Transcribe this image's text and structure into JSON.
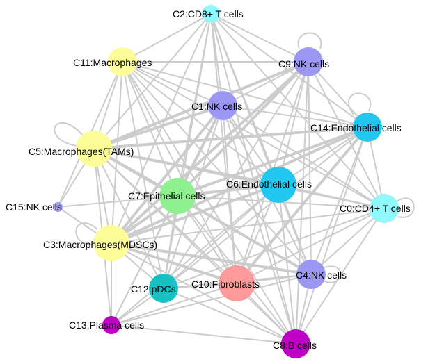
{
  "diagram": {
    "type": "cell-cell communication network",
    "edge_color": "#cccccc",
    "nodes": [
      {
        "id": "C0",
        "label": "C0:CD4+ T cells",
        "color": "#8ff8fb",
        "size": "medium"
      },
      {
        "id": "C1",
        "label": "C1:NK cells",
        "color": "#9c97f2",
        "size": "medium"
      },
      {
        "id": "C2",
        "label": "C2:CD8+ T cells",
        "color": "#8ff8fb",
        "size": "small"
      },
      {
        "id": "C3",
        "label": "C3:Macrophages(MDSCs)",
        "color": "#fdfd98",
        "size": "large"
      },
      {
        "id": "C4",
        "label": "C4:NK cells",
        "color": "#9c97f2",
        "size": "medium"
      },
      {
        "id": "C5",
        "label": "C5:Macrophages(TAMs)",
        "color": "#fdfd98",
        "size": "large"
      },
      {
        "id": "C6",
        "label": "C6:Endothelial cells",
        "color": "#22c7ef",
        "size": "large"
      },
      {
        "id": "C7",
        "label": "C7:Epithelial cells",
        "color": "#8ef08e",
        "size": "large"
      },
      {
        "id": "C8",
        "label": "C8:B cells",
        "color": "#c000c6",
        "size": "medium"
      },
      {
        "id": "C9",
        "label": "C9:NK cells",
        "color": "#9c97f2",
        "size": "medium"
      },
      {
        "id": "C10",
        "label": "C10:Fibroblasts",
        "color": "#fb9a98",
        "size": "large"
      },
      {
        "id": "C11",
        "label": "C11:Macrophages",
        "color": "#fdfd98",
        "size": "medium"
      },
      {
        "id": "C12",
        "label": "C12:pDCs",
        "color": "#17c0c2",
        "size": "medium"
      },
      {
        "id": "C13",
        "label": "C13:Plasma cells",
        "color": "#c000c6",
        "size": "small"
      },
      {
        "id": "C14",
        "label": "C14:Endothelial cells",
        "color": "#22c7ef",
        "size": "medium"
      },
      {
        "id": "C15",
        "label": "C15:NK cells",
        "color": "#9c97f2",
        "size": "tiny"
      }
    ]
  }
}
